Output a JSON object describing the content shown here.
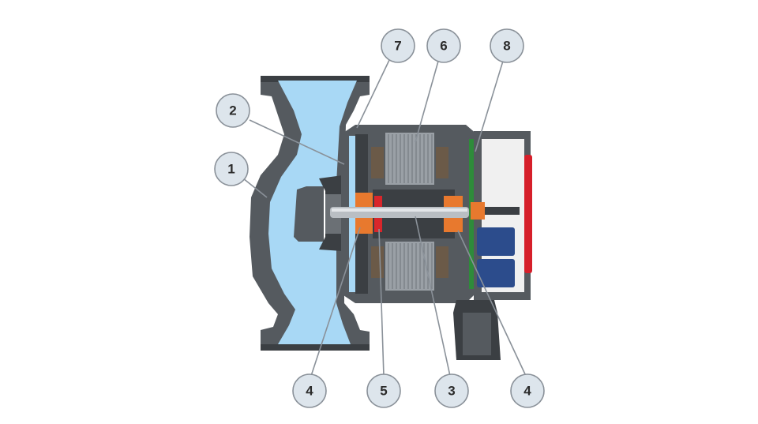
{
  "callouts": [
    {
      "id": "c1",
      "label": "1"
    },
    {
      "id": "c2",
      "label": "2"
    },
    {
      "id": "c3",
      "label": "3"
    },
    {
      "id": "c4a",
      "label": "4"
    },
    {
      "id": "c4b",
      "label": "4"
    },
    {
      "id": "c5",
      "label": "5"
    },
    {
      "id": "c6",
      "label": "6"
    },
    {
      "id": "c7",
      "label": "7"
    },
    {
      "id": "c8",
      "label": "8"
    }
  ],
  "colors": {
    "housing": "#555a5f",
    "housing_dark": "#3b3f43",
    "water": "#a8d8f5",
    "shaft": "#b9bec3",
    "stator_laminations": "#9aa0a6",
    "winding": "#6b5a48",
    "bearing": "#e8792e",
    "rotor_marker": "#d9262b",
    "electronics_board": "#2e8b3a",
    "capacitor": "#2c4c8c",
    "terminal_box": "#f0f0f0",
    "cover_accent": "#d61f2a",
    "callout_fill": "#dde5ec",
    "callout_stroke": "#8a9199"
  }
}
